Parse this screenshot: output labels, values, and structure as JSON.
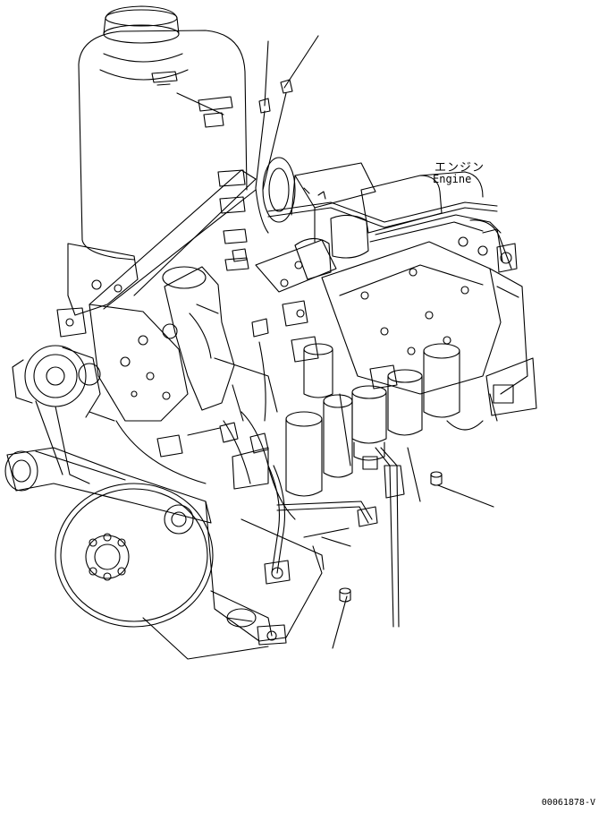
{
  "labels": {
    "engine_jp": "エンジン",
    "engine_en": "Engine"
  },
  "figure_code": "00061878-V",
  "colors": {
    "line": "#000000",
    "background": "#ffffff"
  }
}
